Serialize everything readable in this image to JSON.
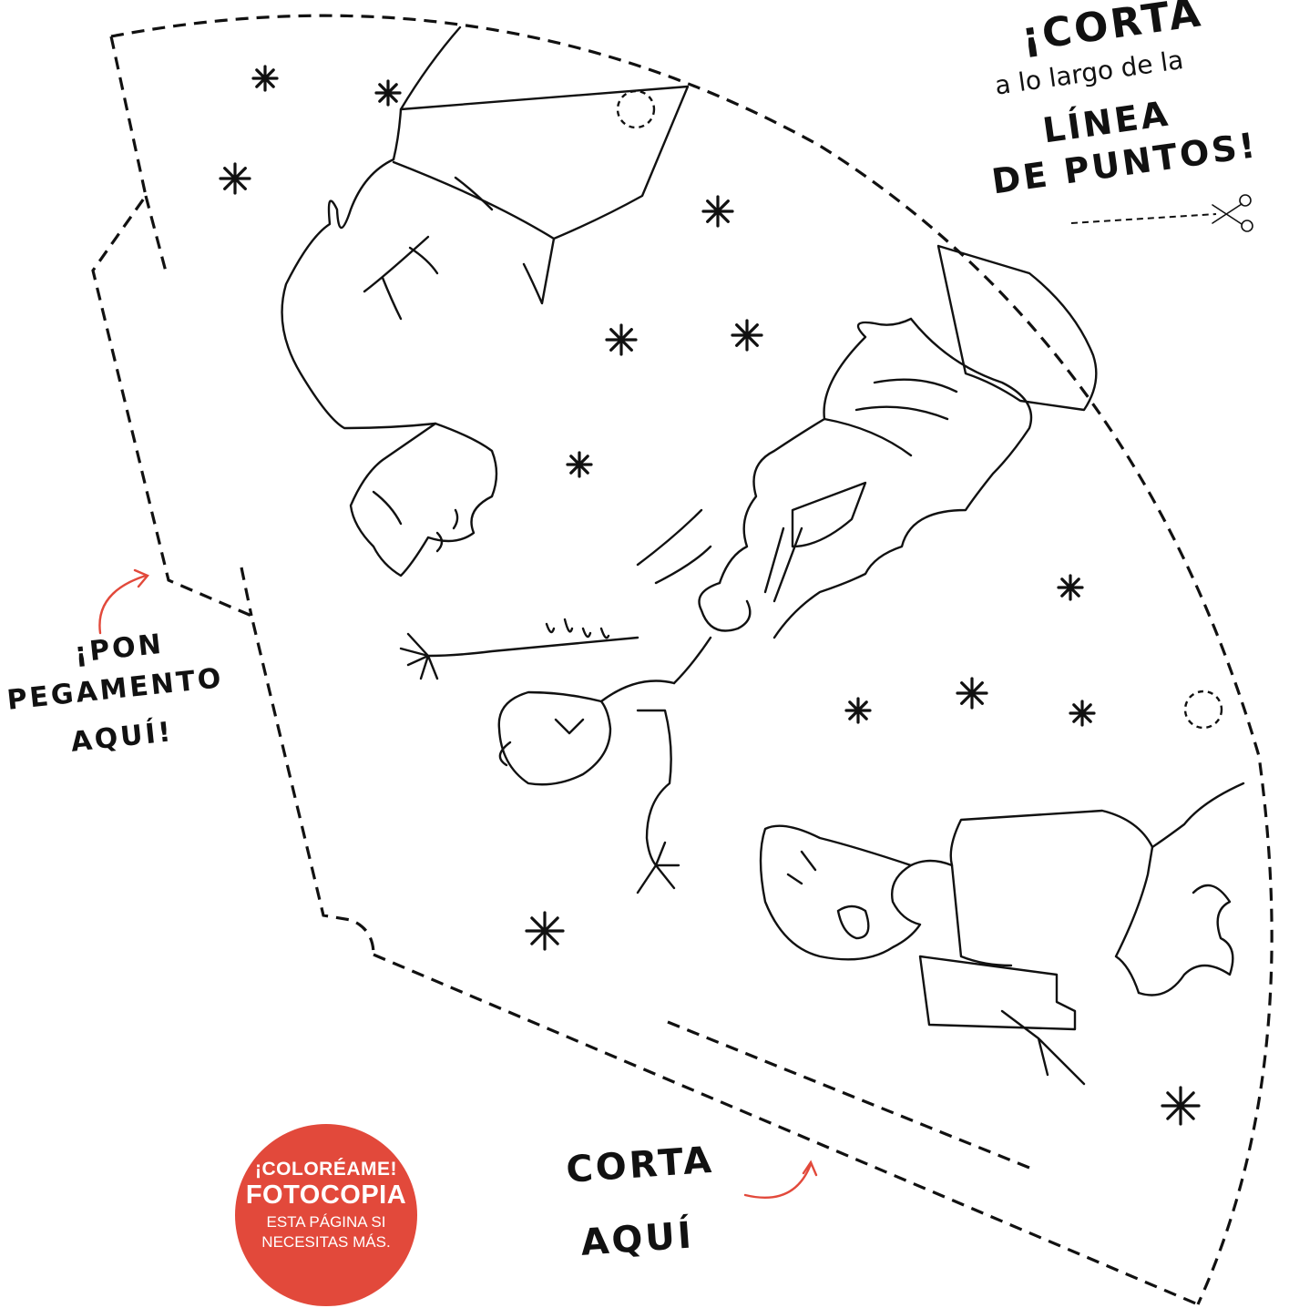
{
  "instructions": {
    "cut_line_1": "¡CORTA",
    "cut_line_2": "a lo largo  de la",
    "cut_line_3": "LÍNEA",
    "cut_line_4": "DE PUNTOS!"
  },
  "glue": {
    "line_1": "¡PON",
    "line_2": "PEGAMENTO",
    "line_3": "AQUÍ!"
  },
  "cut_here": {
    "line_1": "CORTA",
    "line_2": "AQUÍ"
  },
  "badge": {
    "line_1": "¡COLORÉAME!",
    "line_2": "FOTOCOPIA",
    "line_3": "ESTA PÁGINA SI",
    "line_4": "NECESITAS MÁS.",
    "color": "#e2493b"
  },
  "colors": {
    "ink": "#111111",
    "accent_arrow": "#e2493b",
    "background": "#ffffff"
  },
  "icons": [
    "scissors-icon",
    "star-icon",
    "arrow-icon"
  ]
}
